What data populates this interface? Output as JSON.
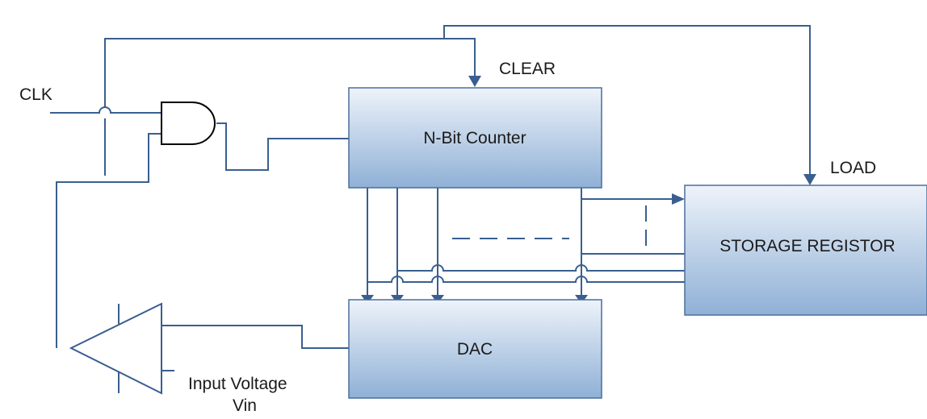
{
  "labels": {
    "clk": "CLK",
    "clear": "CLEAR",
    "load": "LOAD",
    "input_voltage": "Input Voltage",
    "vin": "Vin"
  },
  "blocks": {
    "counter": "N-Bit Counter",
    "dac": "DAC",
    "storage": "STORAGE REGISTOR"
  },
  "colors": {
    "wire": "#3a5f8f",
    "block_top": "#eef3fa",
    "block_bottom": "#8fb0d6",
    "block_border": "#4a6f9c"
  },
  "icons": {
    "gate": "and-gate-icon",
    "comparator": "comparator-icon"
  }
}
